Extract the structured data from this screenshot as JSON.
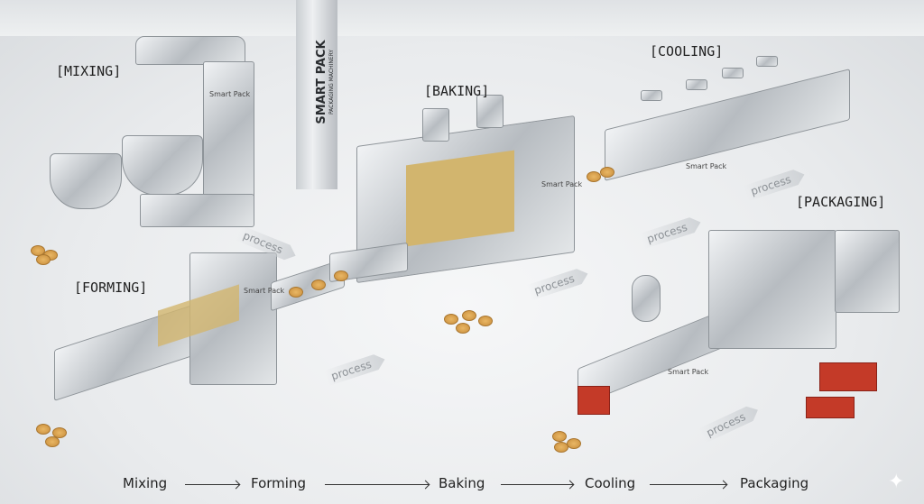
{
  "branding": {
    "pillar_title": "SMART PACK",
    "pillar_subtitle": "PACKAGING MACHINERY",
    "machine_brand": "Smart Pack"
  },
  "stage_labels": [
    "[MIXING]",
    "[FORMING]",
    "[BAKING]",
    "[COOLING]",
    "[PACKAGING]"
  ],
  "process_word": "process",
  "flow": [
    "Mixing",
    "Forming",
    "Baking",
    "Cooling",
    "Packaging"
  ],
  "colors": {
    "floor": "#eef0f1",
    "steel": "#b7bcc1",
    "cookie": "#d9a454",
    "package": "#c43a28"
  }
}
